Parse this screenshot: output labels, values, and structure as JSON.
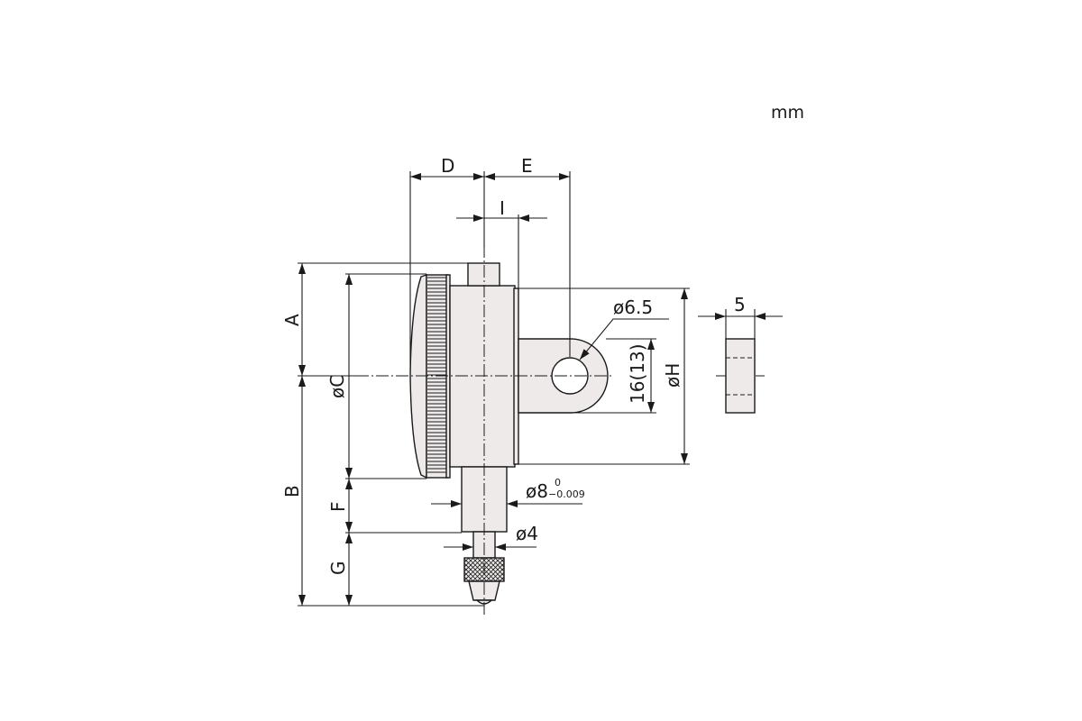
{
  "unit": "mm",
  "labels": {
    "a": "A",
    "b": "B",
    "c": "øC",
    "d": "D",
    "e": "E",
    "f": "F",
    "g": "G",
    "h": "øH",
    "i": "I",
    "hole": "ø6.5",
    "lug": "16(13)",
    "width": "5",
    "stem": "ø8",
    "stem_tol_upper": "0",
    "stem_tol_lower": "−0.009",
    "spindle": "ø4"
  }
}
